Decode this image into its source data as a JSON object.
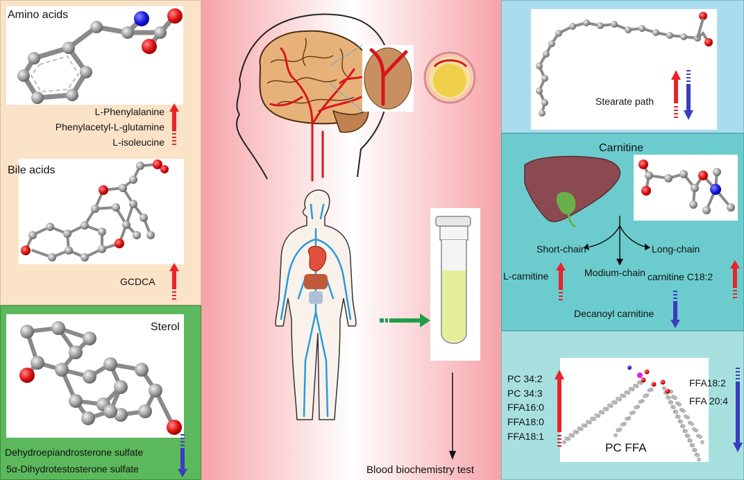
{
  "amino": {
    "title": "Amino acids",
    "items": [
      "L-Phenylalanine",
      "Phenylacetyl-L-glutamine",
      "L-isoleucine"
    ],
    "direction": "up"
  },
  "bile": {
    "title": "Bile acids",
    "items": [
      "GCDCA"
    ],
    "direction": "up"
  },
  "sterol": {
    "title": "Sterol",
    "items": [
      "Dehydroepiandrosterone sulfate",
      "5α-Dihydrotestosterone sulfate"
    ],
    "direction": "down"
  },
  "center": {
    "test_label": "Blood biochemistry test"
  },
  "stearate": {
    "label": "Stearate path",
    "direction": "up-down"
  },
  "carnitine": {
    "title": "Carnitine",
    "short_chain": "Short-chain",
    "long_chain": "Long-chain",
    "medium_chain": "Modium-chain",
    "l_carnitine": "L-carnitine",
    "c182": "carnitine C18:2",
    "decanoyl": "Decanoyl carnitine"
  },
  "pcffa": {
    "label": "PC FFA",
    "up_items": [
      "PC  34:2",
      "PC  34:3",
      "FFA16:0",
      "FFA18:0",
      "FFA18:1"
    ],
    "down_items": [
      "FFA18:2",
      "FFA 20:4"
    ]
  },
  "colors": {
    "up_arrow": "#e8232a",
    "down_arrow": "#3a3dbf",
    "green_arrow": "#1f9e4a",
    "amino_bg": "#fbe3c8",
    "sterol_bg": "#5cb85c",
    "stearate_bg": "#a9dced",
    "carnitine_bg": "#6ccccd",
    "pcffa_bg": "#a8e0e0"
  }
}
